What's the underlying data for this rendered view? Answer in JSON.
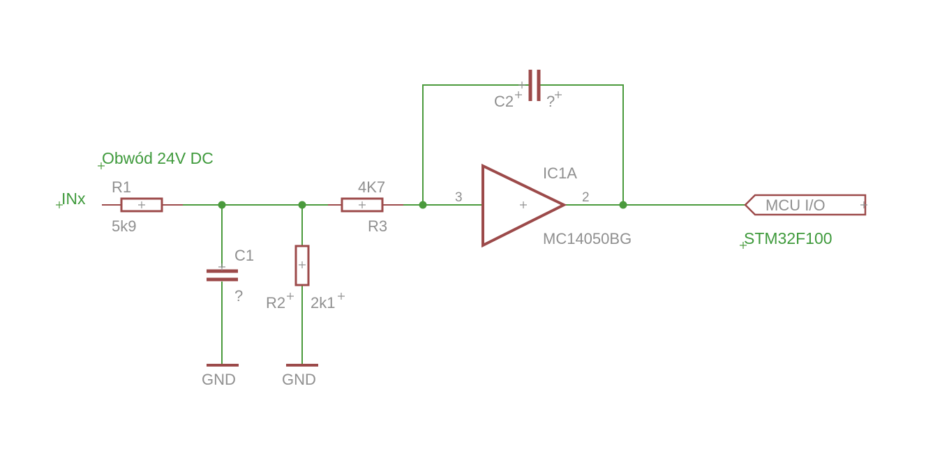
{
  "net_labels": {
    "input": "INx",
    "circuit": "Obwód 24V DC",
    "port": "STM32F100"
  },
  "parts": {
    "r1": {
      "name": "R1",
      "value": "5k9"
    },
    "r2": {
      "name": "R2",
      "value": "2k1"
    },
    "r3": {
      "name": "R3",
      "value": "4K7"
    },
    "c1": {
      "name": "C1",
      "value": "?"
    },
    "c2": {
      "name": "C2",
      "value": "?"
    },
    "ic": {
      "name": "IC1A",
      "value": "MC14050BG",
      "pin_in": "3",
      "pin_out": "2"
    },
    "gnd1": {
      "label": "GND"
    },
    "gnd2": {
      "label": "GND"
    },
    "mcu": {
      "label": "MCU I/O"
    }
  },
  "colors": {
    "wire": "#4a9a3c",
    "part": "#9c4a4a",
    "label": "#8f8f8f",
    "net_label": "#3f9a3c"
  }
}
